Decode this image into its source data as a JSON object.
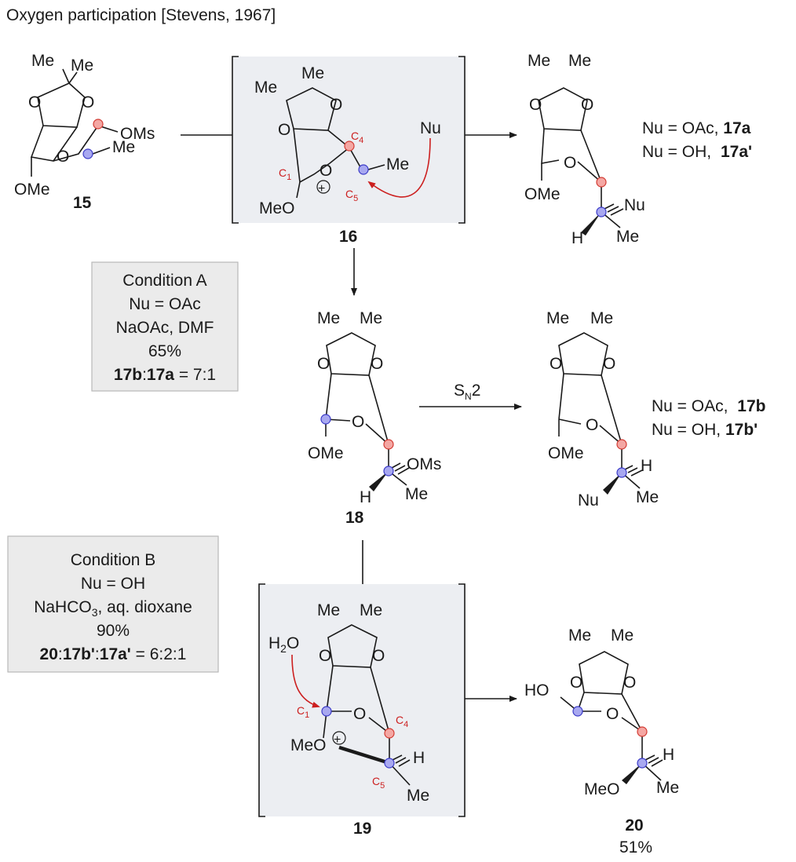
{
  "title": "Oxygen participation [Stevens, 1967]",
  "atoms": {
    "me": "Me",
    "o": "O",
    "oms": "OMs",
    "ome": "OMe",
    "meo": "MeO",
    "h": "H",
    "nu": "Nu",
    "ho": "HO",
    "h2o": "H2O",
    "plus": "+"
  },
  "carbons": {
    "c1": "C1",
    "c4": "C4",
    "c5": "C5"
  },
  "compounds": {
    "c15": "15",
    "c16": "16",
    "c17a": {
      "nu_line1": "Nu = OAc,",
      "id1": "17a",
      "nu_line2": "Nu = OH,",
      "id2": "17a'"
    },
    "c18": "18",
    "c17b": {
      "nu_line1": "Nu = OAc,",
      "id1": "17b",
      "nu_line2": "Nu = OH,",
      "id2": "17b'"
    },
    "c19": "19",
    "c20": "20",
    "c20_yield": "51%"
  },
  "sn2_label": "SN2",
  "condition_a": {
    "title": "Condition A",
    "nu": "Nu = OAc",
    "reagents": "NaOAc, DMF",
    "yield": "65%",
    "ratio_a": "17b",
    "ratio_b": "17a",
    "ratio_value": "= 7:1"
  },
  "condition_b": {
    "title": "Condition B",
    "nu": "Nu = OH",
    "reagents_a": "NaHCO",
    "reagents_sub": "3",
    "reagents_b": ", aq. dioxane",
    "yield": "90%",
    "ratio_a": "20",
    "ratio_b": "17b'",
    "ratio_c": "17a'",
    "ratio_value": "= 6:2:1"
  },
  "colors": {
    "red_arrow": "#cc1f1f",
    "pink_atom": "#f4a7a3",
    "blue_atom": "#a8a8f0",
    "box_fill": "#eceef2",
    "cond_box": "#ebebeb"
  }
}
